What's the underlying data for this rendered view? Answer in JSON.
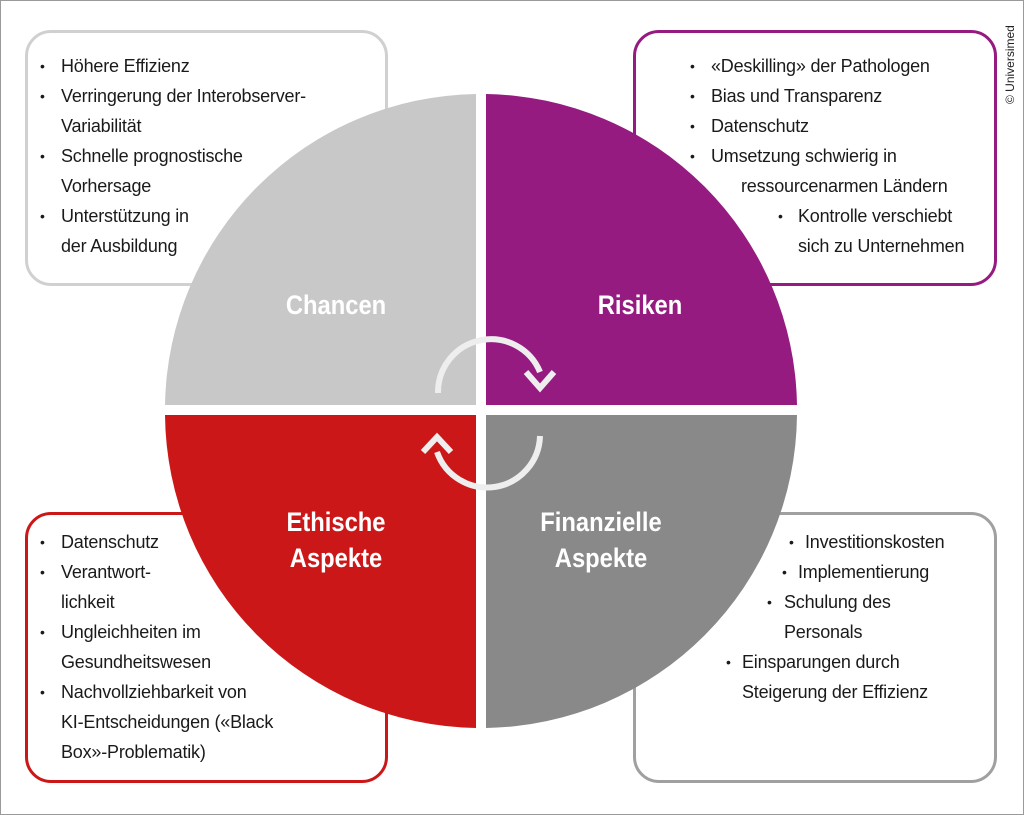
{
  "copyright": "© Universimed",
  "colors": {
    "chancen": "#c8c8c8",
    "risiken": "#951b81",
    "ethisch": "#cc1719",
    "finanziell": "#898989",
    "arrows": "#eeeeee"
  },
  "quadrants": {
    "chancen": {
      "label": "Chancen"
    },
    "risiken": {
      "label": "Risiken"
    },
    "ethisch": {
      "label_1": "Ethische",
      "label_2": "Aspekte"
    },
    "finanziell": {
      "label_1": "Finanzielle",
      "label_2": "Aspekte"
    }
  },
  "icons": [
    "cycle-arrow-clockwise-top",
    "cycle-arrow-clockwise-bottom"
  ],
  "boxes": {
    "chancen": [
      "Höhere Effizienz",
      "Verringerung der Interobserver-",
      "Variabilität",
      "Schnelle prognostische",
      "Vorhersage",
      "Unterstützung in",
      "der Ausbildung"
    ],
    "risiken": [
      "«Deskilling» der Pathologen",
      "Bias und Transparenz",
      "Datenschutz",
      "Umsetzung schwierig in",
      "ressourcenarmen Ländern",
      "Kontrolle verschiebt",
      "sich zu Unternehmen"
    ],
    "ethisch": [
      "Datenschutz",
      "Verantwort-",
      "lichkeit",
      "Ungleichheiten im",
      "Gesundheitswesen",
      "Nachvollziehbarkeit von",
      "KI-Entscheidungen («Black",
      "Box»-Problematik)"
    ],
    "finanziell": [
      "Investitionskosten",
      "Implementierung",
      "Schulung des",
      "Personals",
      "Einsparungen durch",
      "Steigerung der Effizienz"
    ]
  }
}
